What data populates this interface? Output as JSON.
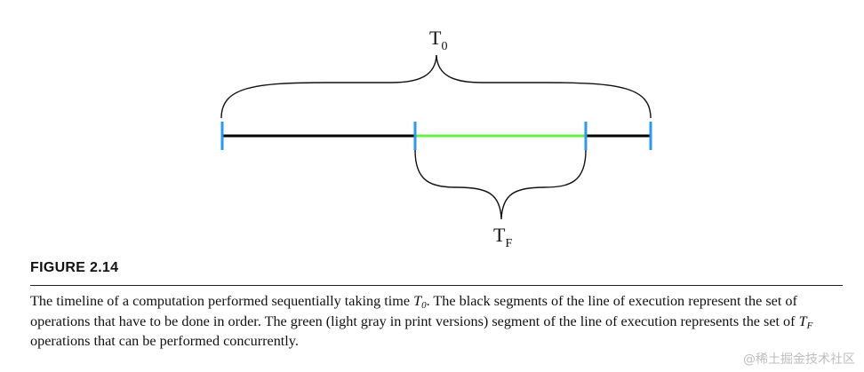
{
  "diagram": {
    "top_brace_label": {
      "main": "T",
      "sub": "0"
    },
    "bottom_brace_label": {
      "main": "T",
      "sub": "F"
    },
    "colors": {
      "sequential_segment": "#000000",
      "concurrent_segment": "#66ee44",
      "tick_marks": "#2b9ae8",
      "braces": "#111111"
    }
  },
  "figure": {
    "label": "FIGURE 2.14",
    "caption": {
      "part1": "The timeline of a computation performed sequentially taking time ",
      "t0_main": "T",
      "t0_sub": "0",
      "part2": ". The black segments of the line of execution represent the set of operations that have to be done in order. The green (light gray in print versions) segment of the line of execution represents the set of ",
      "tf_main": "T",
      "tf_sub": "F",
      "part3": " operations that can be performed concurrently."
    }
  },
  "watermark": "@稀土掘金技术社区"
}
